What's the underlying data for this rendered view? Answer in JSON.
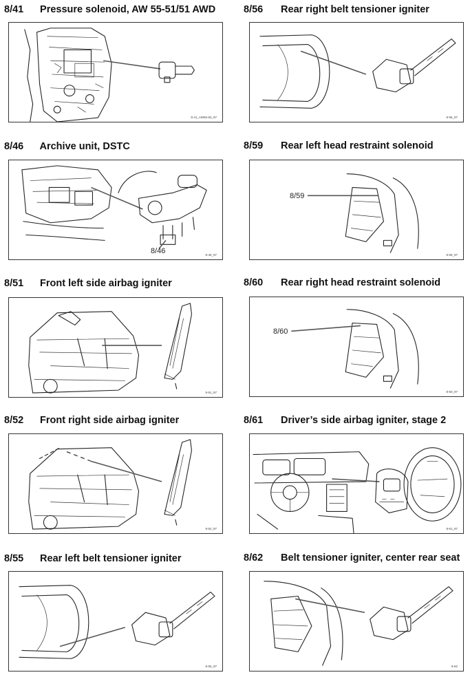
{
  "sections": [
    {
      "code": "8/41",
      "title": "Pressure solenoid, AW 55-51/51 AWD",
      "ref": "8-41_AW55-50_97"
    },
    {
      "code": "8/56",
      "title": "Rear right belt tensioner igniter",
      "ref": "8-56_97"
    },
    {
      "code": "8/46",
      "title": "Archive unit, DSTC",
      "callout": "8/46",
      "ref": "8-46_97"
    },
    {
      "code": "8/59",
      "title": "Rear left head restraint solenoid",
      "callout": "8/59",
      "ref": "8-59_97"
    },
    {
      "code": "8/51",
      "title": "Front left side airbag igniter",
      "ref": "8-51_97"
    },
    {
      "code": "8/60",
      "title": "Rear right head restraint solenoid",
      "callout": "8/60",
      "ref": "8-60_97"
    },
    {
      "code": "8/52",
      "title": "Front right side airbag igniter",
      "ref": "8-52_97"
    },
    {
      "code": "8/61",
      "title": "Driver’s side airbag igniter, stage 2",
      "ref": "8-61_97"
    },
    {
      "code": "8/55",
      "title": "Rear left belt tensioner igniter",
      "ref": "8-55_97"
    },
    {
      "code": "8/62",
      "title": "Belt tensioner igniter, center rear seat",
      "ref": "8-62"
    }
  ]
}
